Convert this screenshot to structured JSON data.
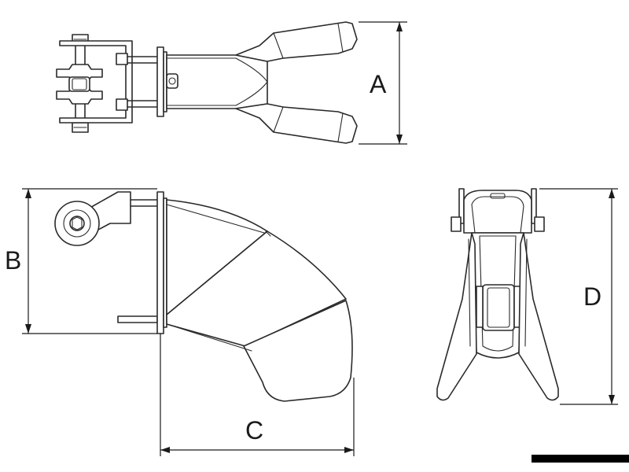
{
  "dimensions": {
    "a": "A",
    "b": "B",
    "c": "C",
    "d": "D"
  },
  "colors": {
    "stroke": "#2a2a2a",
    "background": "#ffffff",
    "footer_bar": "#000000"
  }
}
